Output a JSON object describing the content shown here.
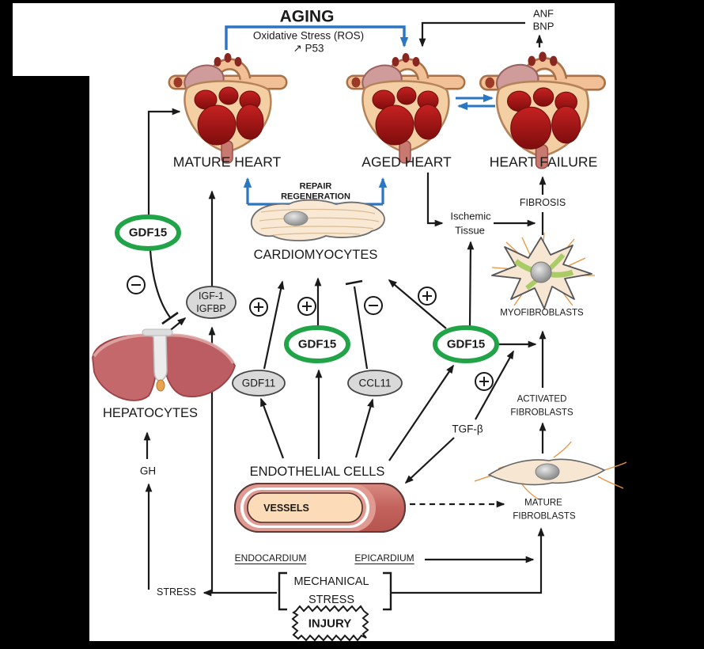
{
  "header": {
    "aging": "AGING",
    "oxidative_stress": "Oxidative Stress (ROS)",
    "p53": "↗ P53",
    "anf": "ANF",
    "bnp": "BNP"
  },
  "hearts": {
    "mature": "MATURE HEART",
    "aged": "AGED HEART",
    "failure": "HEART FAILURE"
  },
  "repair": {
    "line1": "REPAIR",
    "line2": "REGENERATION"
  },
  "molecules": {
    "gdf15": "GDF15",
    "gdf11": "GDF11",
    "ccl11": "CCL11",
    "igf1": "IGF-1",
    "igfbp": "IGFBP",
    "tgfb": "TGF-β",
    "gh": "GH"
  },
  "labels": {
    "cardiomyocytes": "CARDIOMYOCYTES",
    "hepatocytes": "HEPATOCYTES",
    "endothelial_cells": "ENDOTHELIAL CELLS",
    "myofibroblasts": "MYOFIBROBLASTS",
    "activated_line1": "ACTIVATED",
    "activated_line2": "FIBROBLASTS",
    "mature_fib_line1": "MATURE",
    "mature_fib_line2": "FIBROBLASTS",
    "ischemic_line1": "Ischemic",
    "ischemic_line2": "Tissue",
    "fibrosis": "FIBROSIS",
    "vessels": "VESSELS",
    "endocardium": "ENDOCARDIUM",
    "epicardium": "EPICARDIUM",
    "stress_left": "STRESS",
    "mechanical_line1": "MECHANICAL",
    "mechanical_line2": "STRESS",
    "injury": "INJURY"
  },
  "colors": {
    "accent_blue": "#2a76c0",
    "gdf15_green": "#21a447",
    "oval_gray": "#d9d9d9",
    "line_black": "#1a1a1a"
  }
}
